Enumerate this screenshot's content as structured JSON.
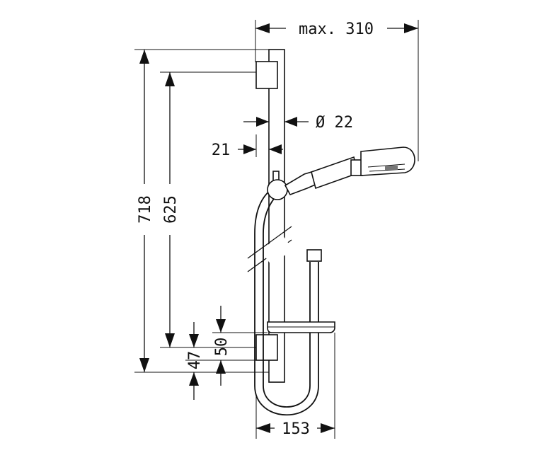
{
  "dimensions": {
    "max_reach": "max. 310",
    "diameter": "Ø 22",
    "rail_offset": "21",
    "total_height": "718",
    "mount_spacing": "625",
    "bottom_offset": "47",
    "holder_height": "50",
    "holder_width": "153"
  }
}
